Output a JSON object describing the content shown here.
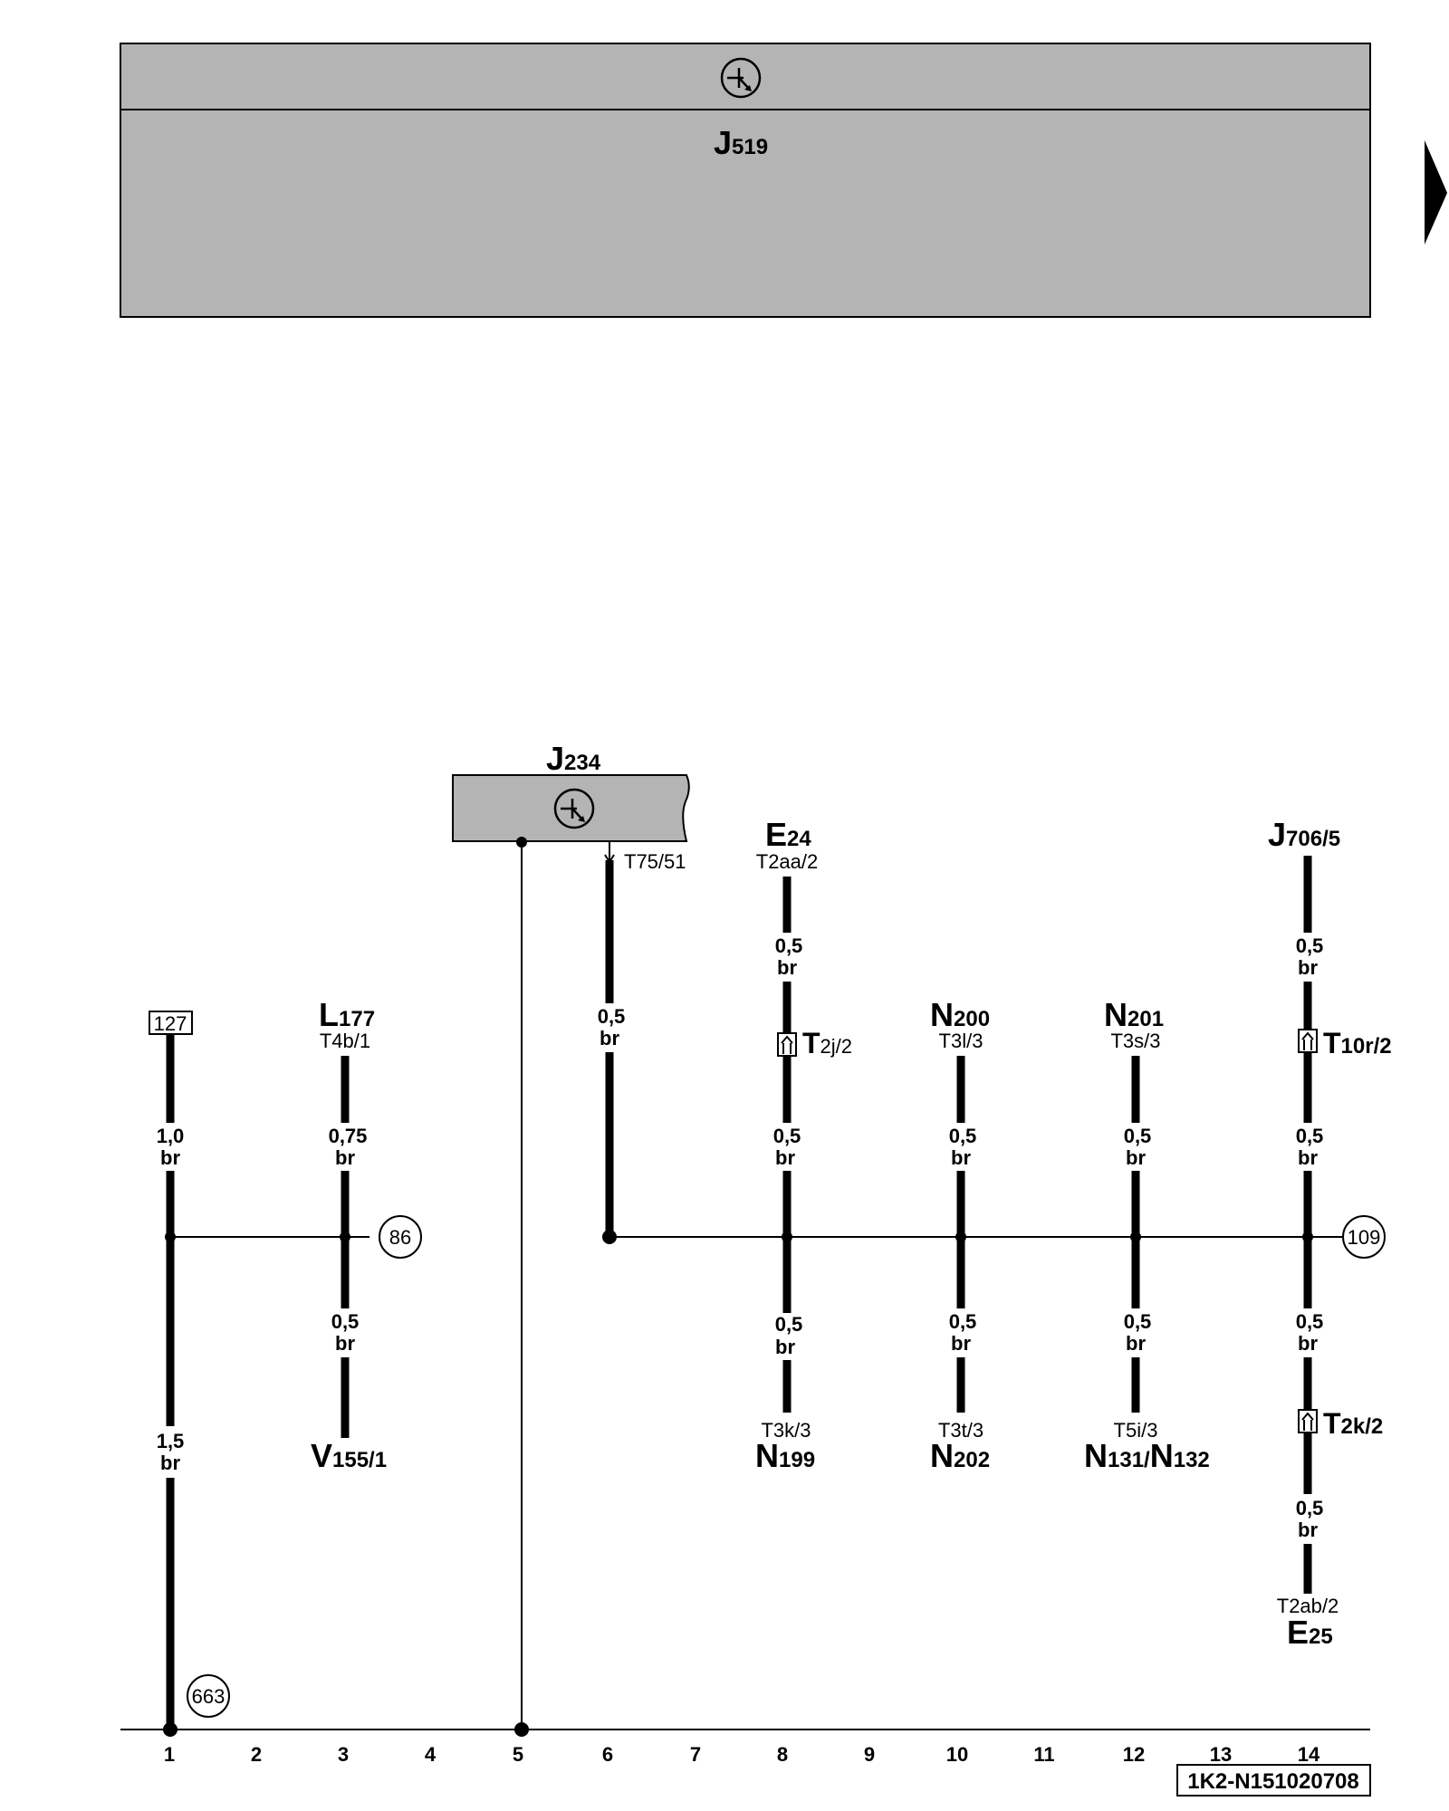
{
  "top_unit": {
    "name": "J",
    "sub": "519"
  },
  "unit_j234": {
    "name": "J",
    "sub": "234",
    "pin": "T75/51"
  },
  "components": {
    "e24": {
      "name": "E",
      "sub": "24",
      "conn": "T2aa/2"
    },
    "j706": {
      "name": "J",
      "sub": "706/5"
    },
    "l177": {
      "name": "L",
      "sub": "177",
      "conn": "T4b/1"
    },
    "n200": {
      "name": "N",
      "sub": "200",
      "conn": "T3l/3"
    },
    "n201": {
      "name": "N",
      "sub": "201",
      "conn": "T3s/3"
    },
    "n199": {
      "name": "N",
      "sub": "199",
      "conn": "T3k/3"
    },
    "n202": {
      "name": "N",
      "sub": "202",
      "conn": "T3t/3"
    },
    "n131": {
      "name": "N",
      "sub": "131",
      "sep": "/",
      "name2": "N",
      "sub2": "132",
      "conn": "T5i/3"
    },
    "v155": {
      "name": "V",
      "sub": "155/1"
    },
    "e25": {
      "name": "E",
      "sub": "25",
      "conn": "T2ab/2"
    }
  },
  "connectors": {
    "t2j": {
      "name": "T",
      "sub": "2j/2"
    },
    "t10r": {
      "name": "T",
      "sub": "10r/2"
    },
    "t2k": {
      "name": "T",
      "sub": "2k/2"
    }
  },
  "wires": {
    "w1_top": {
      "size": "1,0",
      "color": "br"
    },
    "w1_bot": {
      "size": "1,5",
      "color": "br"
    },
    "w3_top": {
      "size": "0,75",
      "color": "br"
    },
    "w3_bot": {
      "size": "0,5",
      "color": "br"
    },
    "w6": {
      "size": "0,5",
      "color": "br"
    },
    "w8_a": {
      "size": "0,5",
      "color": "br"
    },
    "w8_b": {
      "size": "0,5",
      "color": "br"
    },
    "w8_c": {
      "size": "0,5",
      "color": "br"
    },
    "w10_top": {
      "size": "0,5",
      "color": "br"
    },
    "w10_bot": {
      "size": "0,5",
      "color": "br"
    },
    "w12_top": {
      "size": "0,5",
      "color": "br"
    },
    "w12_bot": {
      "size": "0,5",
      "color": "br"
    },
    "w14_a": {
      "size": "0,5",
      "color": "br"
    },
    "w14_b": {
      "size": "0,5",
      "color": "br"
    },
    "w14_c": {
      "size": "0,5",
      "color": "br"
    },
    "w14_d": {
      "size": "0,5",
      "color": "br"
    }
  },
  "refs": {
    "box127": "127",
    "c86": "86",
    "c109": "109",
    "c663": "663"
  },
  "columns": [
    "1",
    "2",
    "3",
    "4",
    "5",
    "6",
    "7",
    "8",
    "9",
    "10",
    "11",
    "12",
    "13",
    "14"
  ],
  "page_code": "1K2-N151020708",
  "colors": {
    "unit_fill": "#b4b4b4",
    "line": "#000000"
  }
}
